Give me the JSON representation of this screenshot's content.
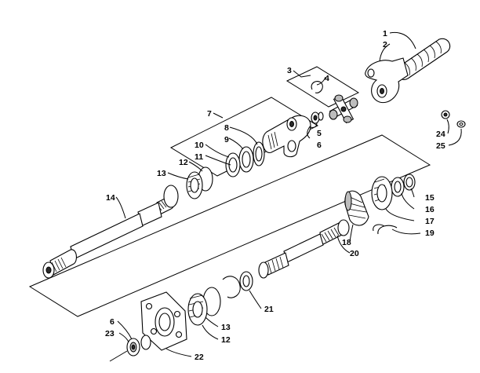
{
  "callouts": [
    "1",
    "2",
    "3",
    "4",
    "5",
    "6",
    "7",
    "8",
    "9",
    "10",
    "11",
    "12",
    "13",
    "14",
    "15",
    "16",
    "17",
    "18",
    "19",
    "20",
    "21",
    "6",
    "23",
    "13",
    "12",
    "22",
    "24",
    "25"
  ]
}
